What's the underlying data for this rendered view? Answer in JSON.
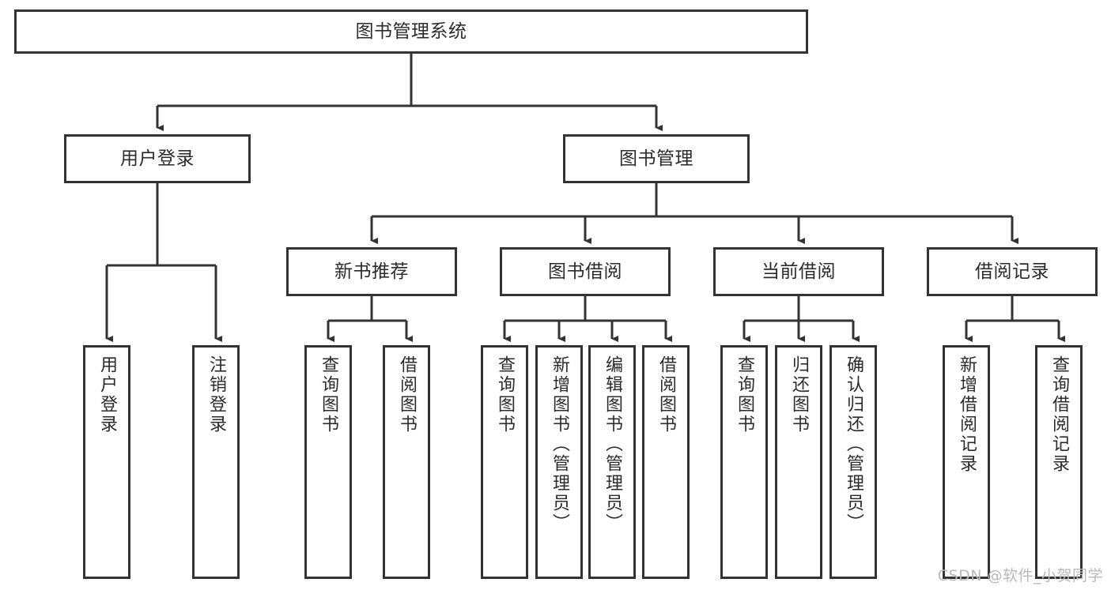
{
  "diagram": {
    "title": "图书管理系统",
    "type": "tree-hierarchy-diagram",
    "colors": {
      "node_border": "#333333",
      "node_fill": "#ffffff",
      "edge": "#333333",
      "text": "#2b2b2b",
      "watermark": "#b9b9b9",
      "background": "#ffffff"
    },
    "root": {
      "label": "图书管理系统"
    },
    "level2": [
      {
        "label": "用户登录"
      },
      {
        "label": "图书管理"
      }
    ],
    "level3": [
      {
        "label": "新书推荐"
      },
      {
        "label": "图书借阅"
      },
      {
        "label": "当前借阅"
      },
      {
        "label": "借阅记录"
      }
    ],
    "leaves": {
      "user_login": [
        {
          "label": "用户登录"
        },
        {
          "label": "注销登录"
        }
      ],
      "new_book_recommend": [
        {
          "label": "查询图书"
        },
        {
          "label": "借阅图书"
        }
      ],
      "book_borrow": [
        {
          "label": "查询图书"
        },
        {
          "label": "新增图书（管理员）"
        },
        {
          "label": "编辑图书（管理员）"
        },
        {
          "label": "借阅图书"
        }
      ],
      "current_borrow": [
        {
          "label": "查询图书"
        },
        {
          "label": "归还图书"
        },
        {
          "label": "确认归还（管理员）"
        }
      ],
      "borrow_record": [
        {
          "label": "新增借阅记录"
        },
        {
          "label": "查询借阅记录"
        }
      ]
    },
    "watermark": "CSDN @软件_小贺同学"
  }
}
